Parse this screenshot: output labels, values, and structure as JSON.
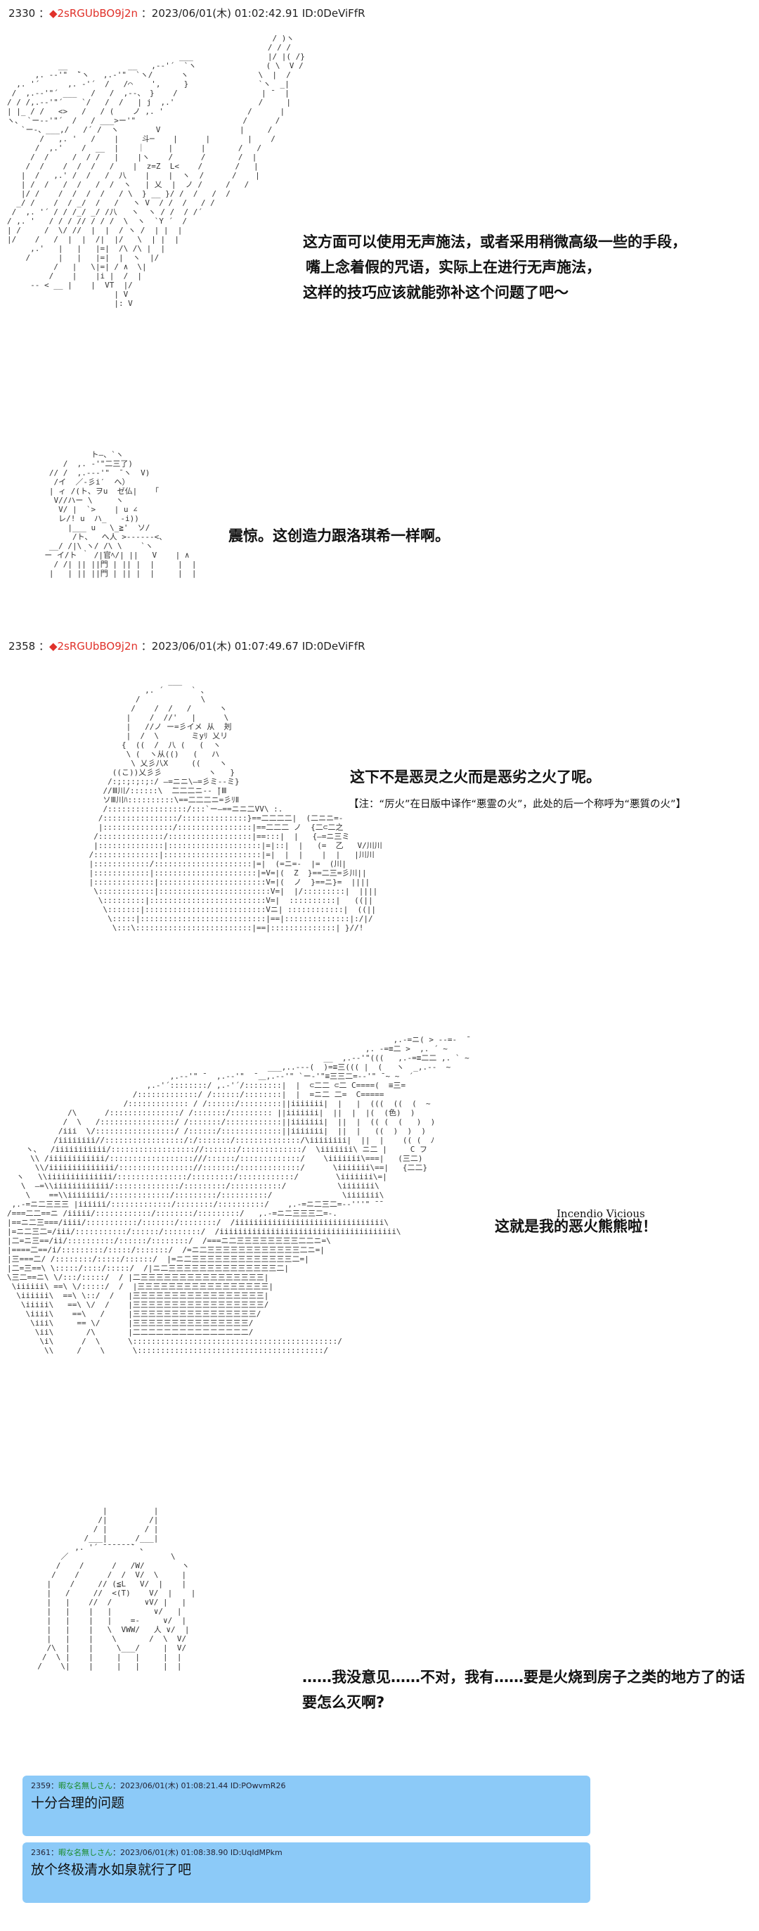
{
  "posts": [
    {
      "number": "2330",
      "trip": "◆2sRGUbBO9j2n",
      "datetime": "2023/06/01(木) 01:02:42.91",
      "id": "ID:0DeViFfR"
    },
    {
      "number": "2358",
      "trip": "◆2sRGUbBO9j2n",
      "datetime": "2023/06/01(木) 01:07:49.67",
      "id": "ID:0DeViFfR"
    }
  ],
  "dialogues": {
    "d1_line1": "这方面可以使用无声施法，或者采用稍微高级一些的手段，",
    "d1_line2": "嘴上念着假的咒语，实际上在进行无声施法，",
    "d1_line3": "这样的技巧应该就能弥补这个问题了吧～",
    "d2": "震惊。这创造力跟洛琪希一样啊。",
    "d3": "这下不是恶灵之火而是恶劣之火了呢。",
    "d3_note": "【注：“厉火”在日版中译作“悪霊の火”，此处的后一个称呼为“悪質の火”】",
    "spell_name": "Incendio Vicious",
    "d4": "这就是我的恶火熊熊啦！",
    "d5_line1": "……我没意见……不对，我有……要是火烧到房子之类的地方了的话",
    "d5_line2": "要怎么灭啊?"
  },
  "comments": [
    {
      "meta": "2359：",
      "name": "暇な名無しさん",
      "datetime": "：2023/06/01(木) 01:08:21.44 ID:POwvmR26",
      "text": "十分合理的问题"
    },
    {
      "meta": "2361：",
      "name": "暇な名無しさん",
      "datetime": "：2023/06/01(木) 01:08:38.90 ID:UqIdMPkm",
      "text": "放个终极清水如泉就行了吧"
    }
  ]
}
